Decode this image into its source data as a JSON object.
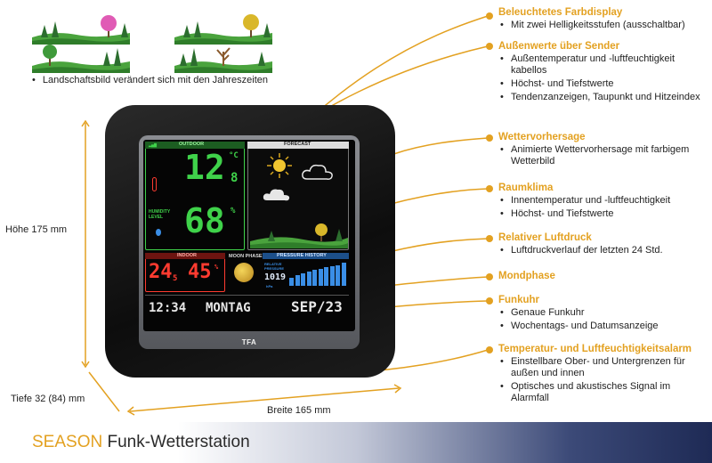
{
  "seasons": {
    "caption": "Landschaftsbild verändert sich mit den Jahreszeiten",
    "tree_colors": [
      "#e05bb5",
      "#d9b72a",
      "#3f9a3a",
      "#8a5a2c"
    ]
  },
  "features": [
    {
      "title": "Beleuchtetes Farbdisplay",
      "items": [
        "Mit zwei Helligkeitsstufen (ausschaltbar)"
      ]
    },
    {
      "title": "Außenwerte über Sender",
      "items": [
        "Außentemperatur und -luftfeuchtigkeit kabellos",
        "Höchst- und Tiefstwerte",
        "Tendenzanzeigen, Taupunkt und Hitzeindex"
      ]
    },
    {
      "title": "Wettervorhersage",
      "items": [
        "Animierte Wettervorhersage mit farbigem Wetterbild"
      ]
    },
    {
      "title": "Raumklima",
      "items": [
        "Innentemperatur und -luftfeuchtigkeit",
        "Höchst- und Tiefstwerte"
      ]
    },
    {
      "title": "Relativer Luftdruck",
      "items": [
        "Luftdruckverlauf der letzten 24 Std."
      ]
    },
    {
      "title": "Mondphase",
      "items": []
    },
    {
      "title": "Funkuhr",
      "items": [
        "Genaue Funkuhr",
        "Wochentags- und Datumsanzeige"
      ]
    },
    {
      "title": "Temperatur- und Luftfeuchtigkeitsalarm",
      "items": [
        "Einstellbare Ober- und Untergrenzen für außen und innen",
        "Optisches und akustisches Signal im Alarmfall"
      ]
    }
  ],
  "dimensions": {
    "height": "Höhe 175 mm",
    "depth": "Tiefe 32 (84) mm",
    "width": "Breite 165 mm"
  },
  "device": {
    "outdoor_label": "OUTDOOR",
    "forecast_label": "FORECAST",
    "outdoor_temp": "12",
    "outdoor_temp_decimal": "8",
    "temp_unit": "°C",
    "humidity_label": "HUMIDITY LEVEL",
    "outdoor_humidity": "68",
    "humidity_unit": "%",
    "indoor_label": "INDOOR",
    "indoor_temp": "24",
    "indoor_temp_decimal": "5",
    "indoor_humidity": "45",
    "moon_label": "MOON PHASE",
    "pressure_label": "PRESSURE HISTORY",
    "pressure_sub": "RELATIVE PRESSURE",
    "pressure_value": "1019",
    "pressure_unit": "hPa",
    "time": "12:34",
    "weekday": "MONTAG",
    "date": "SEP/23",
    "brand": "TFA",
    "pressure_bars": [
      0.35,
      0.45,
      0.55,
      0.6,
      0.7,
      0.75,
      0.8,
      0.85,
      0.9,
      1.0
    ]
  },
  "colors": {
    "accent": "#e3a121",
    "outdoor_green": "#3fd24a",
    "indoor_red": "#ff3b30",
    "pressure_blue": "#3a8ee6"
  }
}
